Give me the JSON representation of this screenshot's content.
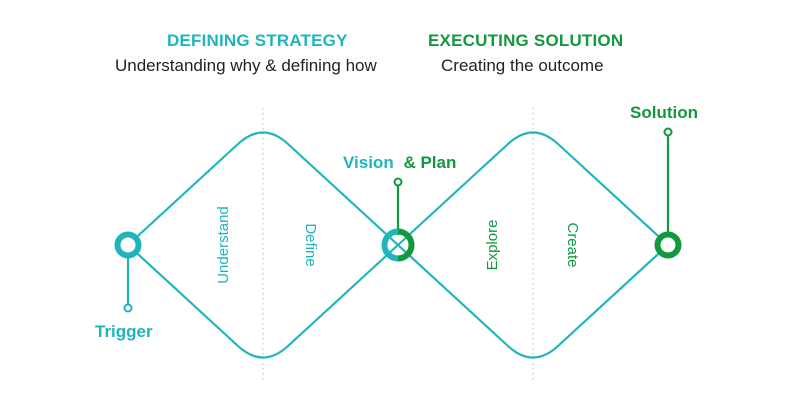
{
  "header": {
    "left": {
      "title": "DEFINING STRATEGY",
      "subtitle": "Understanding why & defining how"
    },
    "right": {
      "title": "EXECUTING SOLUTION",
      "subtitle": "Creating the outcome"
    }
  },
  "diagram": {
    "phases": [
      "Understand",
      "Define",
      "Explore",
      "Create"
    ],
    "milestones": {
      "trigger": "Trigger",
      "vision": "Vision",
      "plan": "& Plan",
      "solution": "Solution"
    }
  },
  "colors": {
    "teal": "#1fb5bd",
    "green": "#12983f",
    "divider": "#c8c8c8"
  }
}
